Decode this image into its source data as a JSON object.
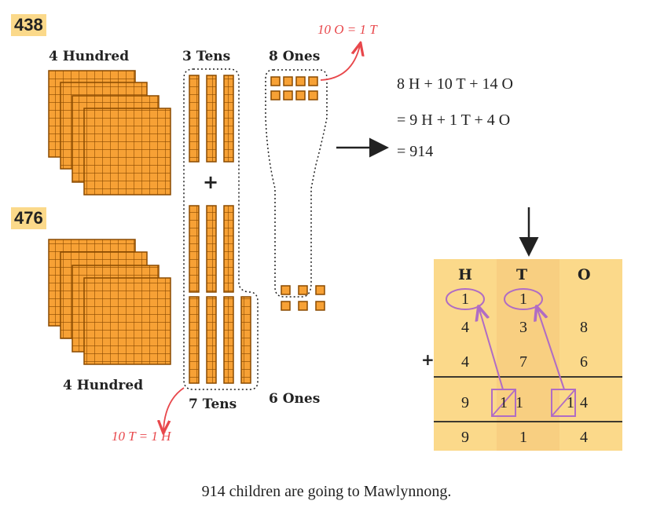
{
  "number1": "438",
  "number2": "476",
  "labels": {
    "hundreds_top": "4 Hundred",
    "tens_top": "3 Tens",
    "ones_top": "8 Ones",
    "hundreds_bottom": "4 Hundred",
    "tens_bottom": "7 Tens",
    "ones_bottom": "6 Ones",
    "plus": "+"
  },
  "exchange_ones": "10 O = 1 T",
  "exchange_tens": "10 T = 1 H",
  "equations": [
    "8 H + 10 T + 14 O",
    "= 9 H + 1 T + 4 O",
    "= 914"
  ],
  "place_table": {
    "headers": [
      "H",
      "T",
      "O"
    ],
    "carry": [
      "1",
      "1",
      ""
    ],
    "row1": [
      "4",
      "3",
      "8"
    ],
    "row2_sign": "+",
    "row2": [
      "4",
      "7",
      "6"
    ],
    "working": [
      "9",
      "1",
      "1",
      "1",
      "4"
    ],
    "result": [
      "9",
      "1",
      "4"
    ]
  },
  "caption": "914 children are going to Mawlynnong.",
  "colors": {
    "block": "#f7a135",
    "block_line": "#8a4a00",
    "badge": "#fbd98a",
    "table": "#fbd98a",
    "arrow_red": "#e8474b",
    "purple": "#b06cc4"
  }
}
